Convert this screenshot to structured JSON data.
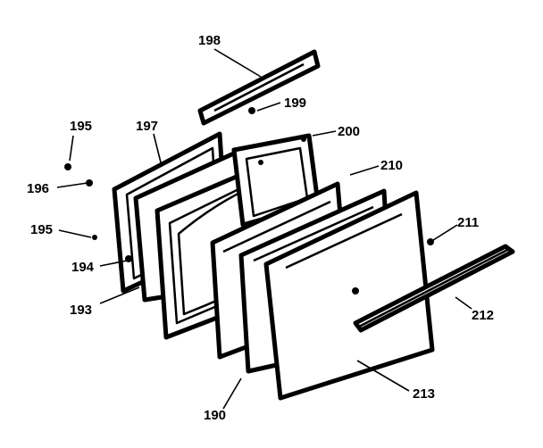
{
  "callouts": {
    "c190": "190",
    "c193": "193",
    "c194": "194",
    "c195a": "195",
    "c195b": "195",
    "c196": "196",
    "c197": "197",
    "c198": "198",
    "c199": "199",
    "c200": "200",
    "c210": "210",
    "c211": "211",
    "c212": "212",
    "c213": "213"
  },
  "colors": {
    "ink": "#000000",
    "paper": "#ffffff"
  }
}
